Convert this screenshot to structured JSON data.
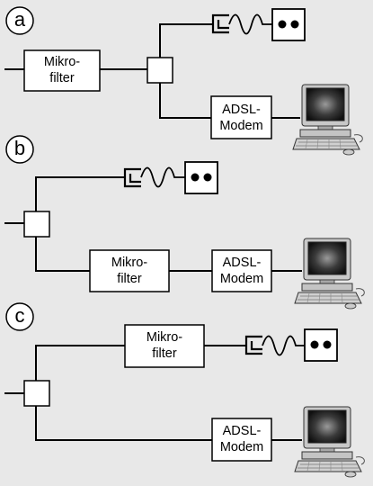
{
  "panels": [
    {
      "letter": "a",
      "filter_label": [
        "Mikro-",
        "filter"
      ],
      "modem_label": [
        "ADSL-",
        "Modem"
      ]
    },
    {
      "letter": "b",
      "filter_label": [
        "Mikro-",
        "filter"
      ],
      "modem_label": [
        "ADSL-",
        "Modem"
      ]
    },
    {
      "letter": "c",
      "filter_label": [
        "Mikro-",
        "filter"
      ],
      "modem_label": [
        "ADSL-",
        "Modem"
      ]
    }
  ],
  "icons": {
    "phone_jack": "phone-socket-icon",
    "handset": "telephone-icon",
    "computer": "desktop-computer-icon",
    "splitter": "splitter-box"
  },
  "colors": {
    "background": "#e8e8e8",
    "line": "#000000",
    "box_fill": "#ffffff",
    "monitor_frame": "#bdbdbd",
    "screen": "#2a2a2a"
  }
}
